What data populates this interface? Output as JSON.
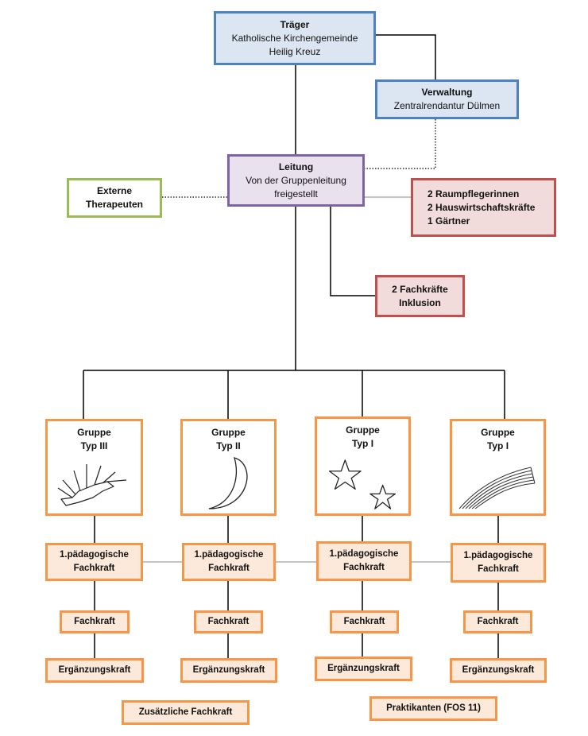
{
  "traeger": {
    "title": "Träger",
    "line1": "Katholische Kirchengemeinde",
    "line2": "Heilig Kreuz"
  },
  "verwaltung": {
    "title": "Verwaltung",
    "line1": "Zentralrendantur  Dülmen"
  },
  "leitung": {
    "title": "Leitung",
    "line1": "Von der Gruppenleitung",
    "line2": "freigestellt"
  },
  "externe": {
    "line1": "Externe",
    "line2": "Therapeuten"
  },
  "personal": {
    "line1": "2 Raumpflegerinnen",
    "line2": "2 Hauswirtschaftskräfte",
    "line3": "1 Gärtner"
  },
  "inklusion": {
    "line1": "2 Fachkräfte",
    "line2": "Inklusion"
  },
  "groups": [
    {
      "title": "Gruppe",
      "type": "Typ III",
      "icon": "sun-icon"
    },
    {
      "title": "Gruppe",
      "type": "Typ II",
      "icon": "moon-icon"
    },
    {
      "title": "Gruppe",
      "type": "Typ I",
      "icon": "stars-icon"
    },
    {
      "title": "Gruppe",
      "type": "Typ I",
      "icon": "rainbow-icon"
    }
  ],
  "staff": {
    "lead_line1": "1.pädagogische",
    "lead_line2": "Fachkraft",
    "fachkraft": "Fachkraft",
    "ergaenzung": "Ergänzungskraft"
  },
  "zusaetzlich": "Zusätzliche Fachkraft",
  "praktikanten": "Praktikanten (FOS 11)"
}
